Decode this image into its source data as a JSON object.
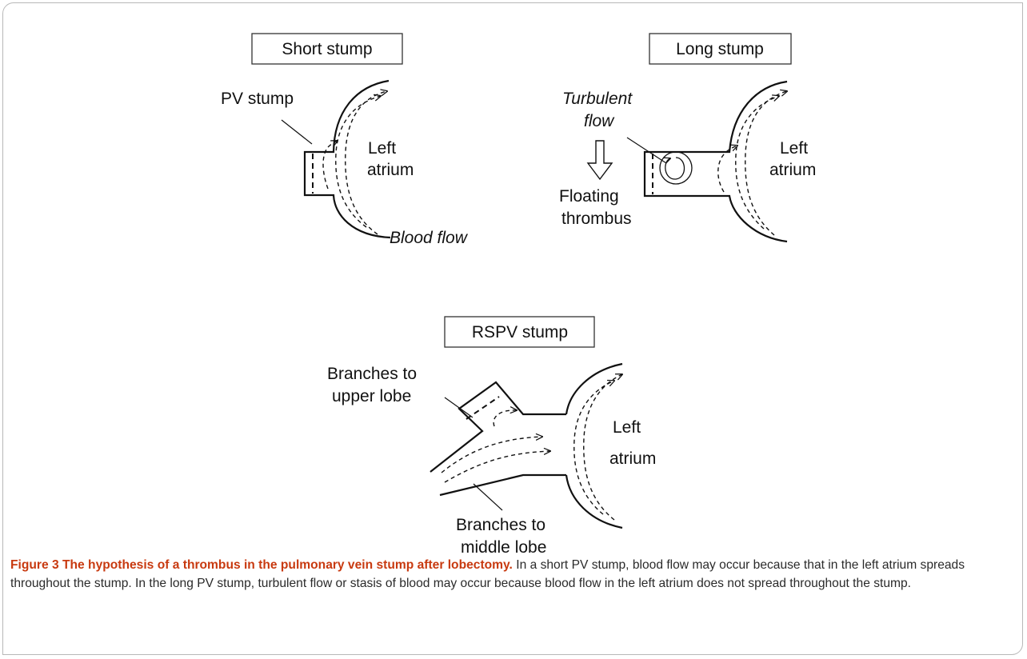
{
  "panels": {
    "short": {
      "title": "Short stump",
      "pv_stump_label": "PV stump",
      "atrium_line1": "Left",
      "atrium_line2": "atrium",
      "flow_label": "Blood flow"
    },
    "long": {
      "title": "Long stump",
      "turbulent_line1": "Turbulent",
      "turbulent_line2": "flow",
      "floating_line1": "Floating",
      "floating_line2": "thrombus",
      "atrium_line1": "Left",
      "atrium_line2": "atrium"
    },
    "rspv": {
      "title": "RSPV stump",
      "upper_line1": "Branches to",
      "upper_line2": "upper lobe",
      "middle_line1": "Branches to",
      "middle_line2": "middle lobe",
      "atrium_line1": "Left",
      "atrium_line2": "atrium"
    }
  },
  "caption": {
    "label": "Figure 3 The hypothesis of a thrombus in the pulmonary vein stump after lobectomy.",
    "text": "In a short PV stump, blood flow may occur because that in the left atrium spreads throughout the stump. In the long PV stump, turbulent flow or stasis of blood may occur because blood flow in the left atrium does not spread throughout the stump."
  },
  "colors": {
    "caption_label": "#c83a10",
    "line": "#111111",
    "frame": "#b8b8b8"
  }
}
